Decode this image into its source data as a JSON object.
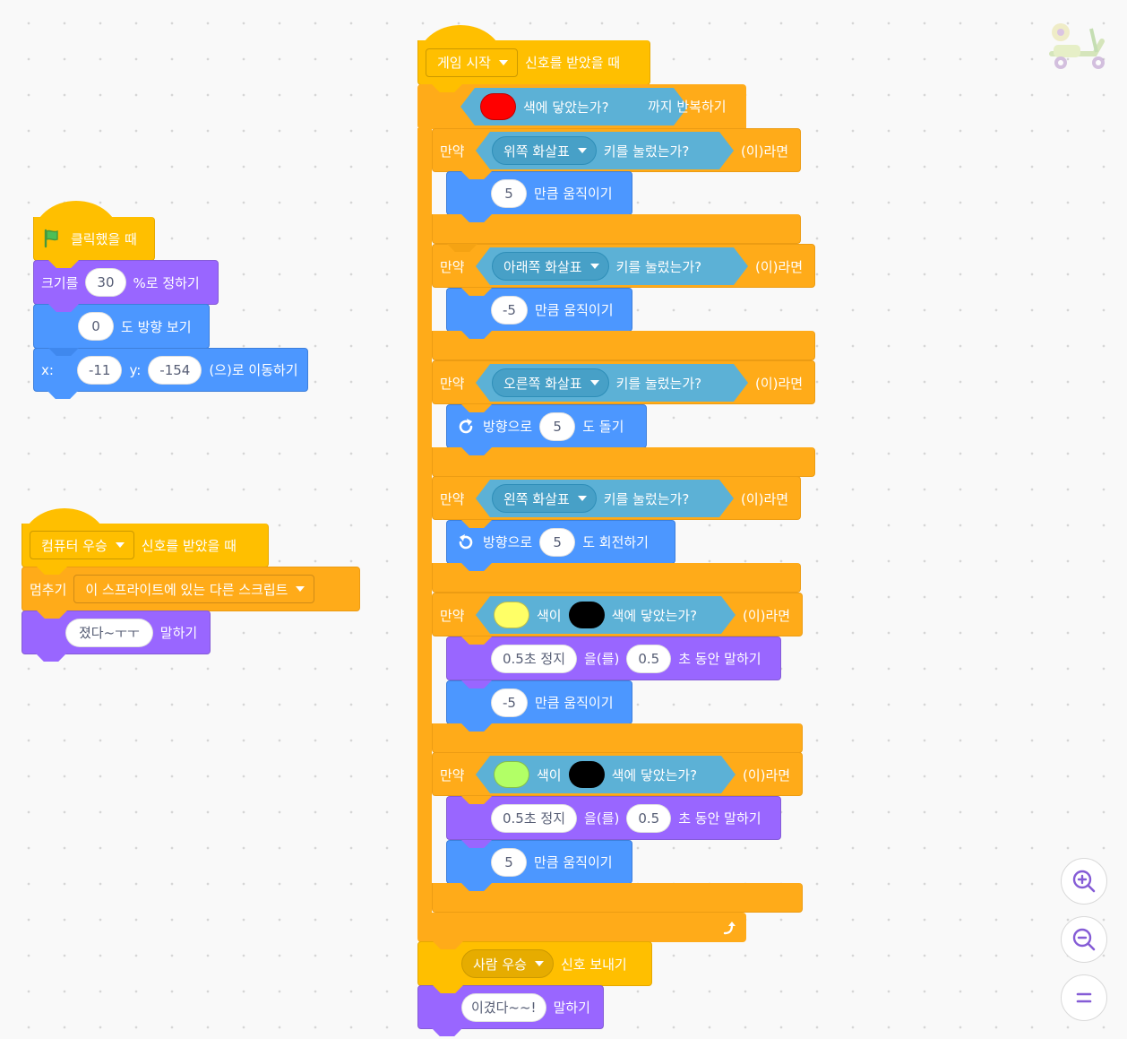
{
  "script1": {
    "hat_label": "클릭했을 때",
    "size_pre": "크기를",
    "size_val": "30",
    "size_post": "%로 정하기",
    "dir_val": "0",
    "dir_post": "도 방향 보기",
    "x_label": "x:",
    "x_val": "-11",
    "y_label": "y:",
    "y_val": "-154",
    "goto_post": "(으)로 이동하기"
  },
  "script2": {
    "msg": "컴퓨터 우승",
    "hat_post": "신호를 받았을 때",
    "stop_label": "멈추기",
    "stop_option": "이 스프라이트에 있는 다른 스크립트",
    "say_val": "졌다~ㅜㅜ",
    "say_post": "말하기"
  },
  "script3": {
    "msg": "게임 시작",
    "hat_post": "신호를 받았을 때",
    "repeat_touch": "색에 닿았는가?",
    "repeat_post": "까지 반복하기",
    "repeat_color": "#ff0000",
    "if_label": "만약",
    "then_label": "(이)라면",
    "key_pressed": "키를 눌렀는가?",
    "if1_key": "위쪽 화살표",
    "move1_val": "5",
    "move_post": "만큼 움직이기",
    "if2_key": "아래쪽 화살표",
    "move2_val": "-5",
    "if3_key": "오른쪽 화살표",
    "turn_pre": "방향으로",
    "turn_right_val": "5",
    "turn_right_post": "도 돌기",
    "if4_key": "왼쪽 화살표",
    "turn_left_val": "5",
    "turn_left_post": "도 회전하기",
    "color_is": "색이",
    "color_touch": "색에 닿았는가?",
    "if5_color_a": "#ffff66",
    "if5_color_b": "#000000",
    "say_for_val": "0.5초 정지",
    "say_for_mid": "을(를)",
    "say_for_secs": "0.5",
    "say_for_post": "초 동안 말하기",
    "move5_val": "-5",
    "if6_color_a": "#b2ff66",
    "if6_color_b": "#000000",
    "move6_val": "5",
    "broadcast_msg": "사람 우승",
    "broadcast_post": "신호 보내기",
    "say_final_val": "이겼다~~!",
    "say_final_post": "말하기"
  },
  "zoom": {
    "in_icon": "zoom-in-icon",
    "out_icon": "zoom-out-icon",
    "reset_icon": "zoom-reset-icon"
  }
}
